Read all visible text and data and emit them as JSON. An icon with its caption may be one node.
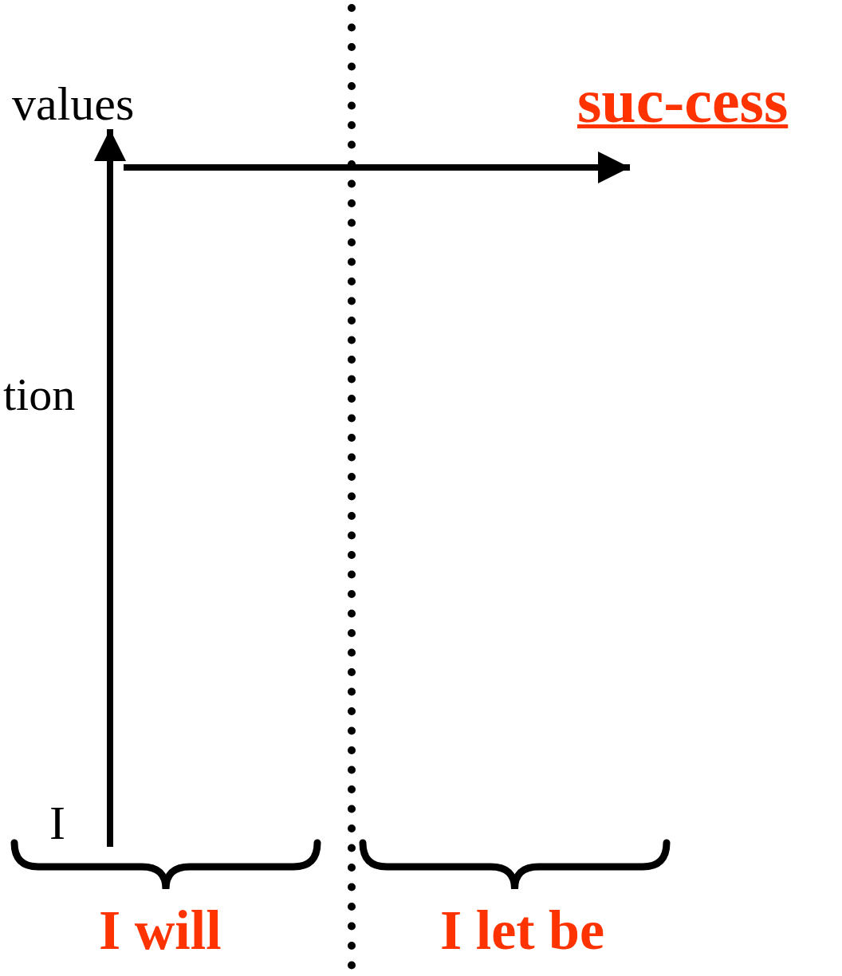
{
  "diagram": {
    "nodes": [
      {
        "text": [
          "I"
        ]
      },
      {
        "text": [
          "values"
        ]
      },
      {
        "text": [
          "suc-cess"
        ]
      }
    ],
    "edges": [
      {
        "from": 0,
        "to": 1,
        "arrow": "to",
        "label": "tion"
      },
      {
        "from": 1,
        "to": 2,
        "arrow": "to"
      }
    ],
    "labels": [
      "I will",
      "I let be"
    ]
  }
}
